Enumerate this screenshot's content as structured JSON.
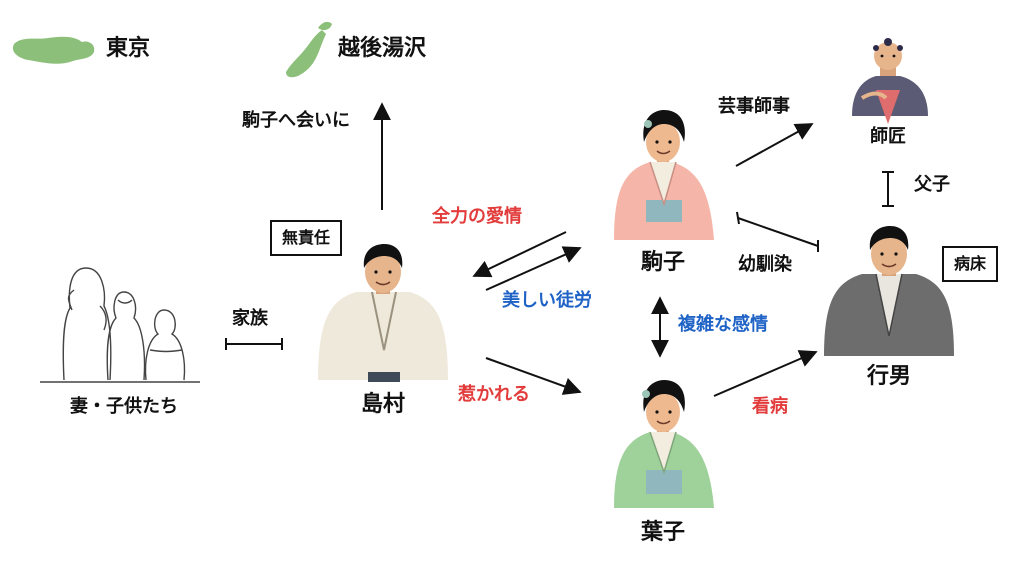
{
  "legend": {
    "tokyo": "東京",
    "yuzawa": "越後湯沢"
  },
  "nodes": {
    "shimamura": "島村",
    "family": "妻・子供たち",
    "komako": "駒子",
    "yoko": "葉子",
    "yukio": "行男",
    "master": "師匠"
  },
  "boxes": {
    "irresponsible": "無責任",
    "sickbed": "病床"
  },
  "edges": {
    "to_komako": "駒子へ会いに",
    "family": "家族",
    "full_love": "全力の愛情",
    "beautiful_futility": "美しい徒労",
    "attracted": "惹かれる",
    "complex_feelings": "複雑な感情",
    "apprenticeship": "芸事師事",
    "childhood_friends": "幼馴染",
    "father_son": "父子",
    "nursing": "看病"
  },
  "colors": {
    "legend_green": "#8cc07a",
    "red_label": "#e23c3c",
    "blue_label": "#1f63c7"
  }
}
